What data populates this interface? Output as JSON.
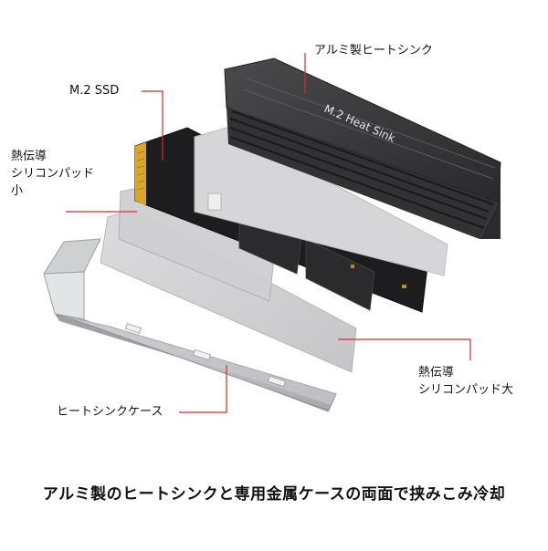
{
  "labels": {
    "heatsink": "アルミ製ヒートシンク",
    "ssd": "M.2 SSD",
    "pad_small": [
      "熱伝導",
      "シリコンパッド",
      "小"
    ],
    "pad_large": [
      "熱伝導",
      "シリコンパッド大"
    ],
    "case": "ヒートシンクケース"
  },
  "heatsink_engraving": "M.2 Heat Sink",
  "caption": "アルミ製のヒートシンクと専用金属ケースの両面で挟みこみ冷却",
  "colors": {
    "leader_line": "#e0282a",
    "heatsink": "#3a3a3c",
    "pad": "#d0d0d2",
    "pcb": "#1c1c1e",
    "gold_contacts": "#d9a62a",
    "case_metal": "#b9bbbe"
  }
}
